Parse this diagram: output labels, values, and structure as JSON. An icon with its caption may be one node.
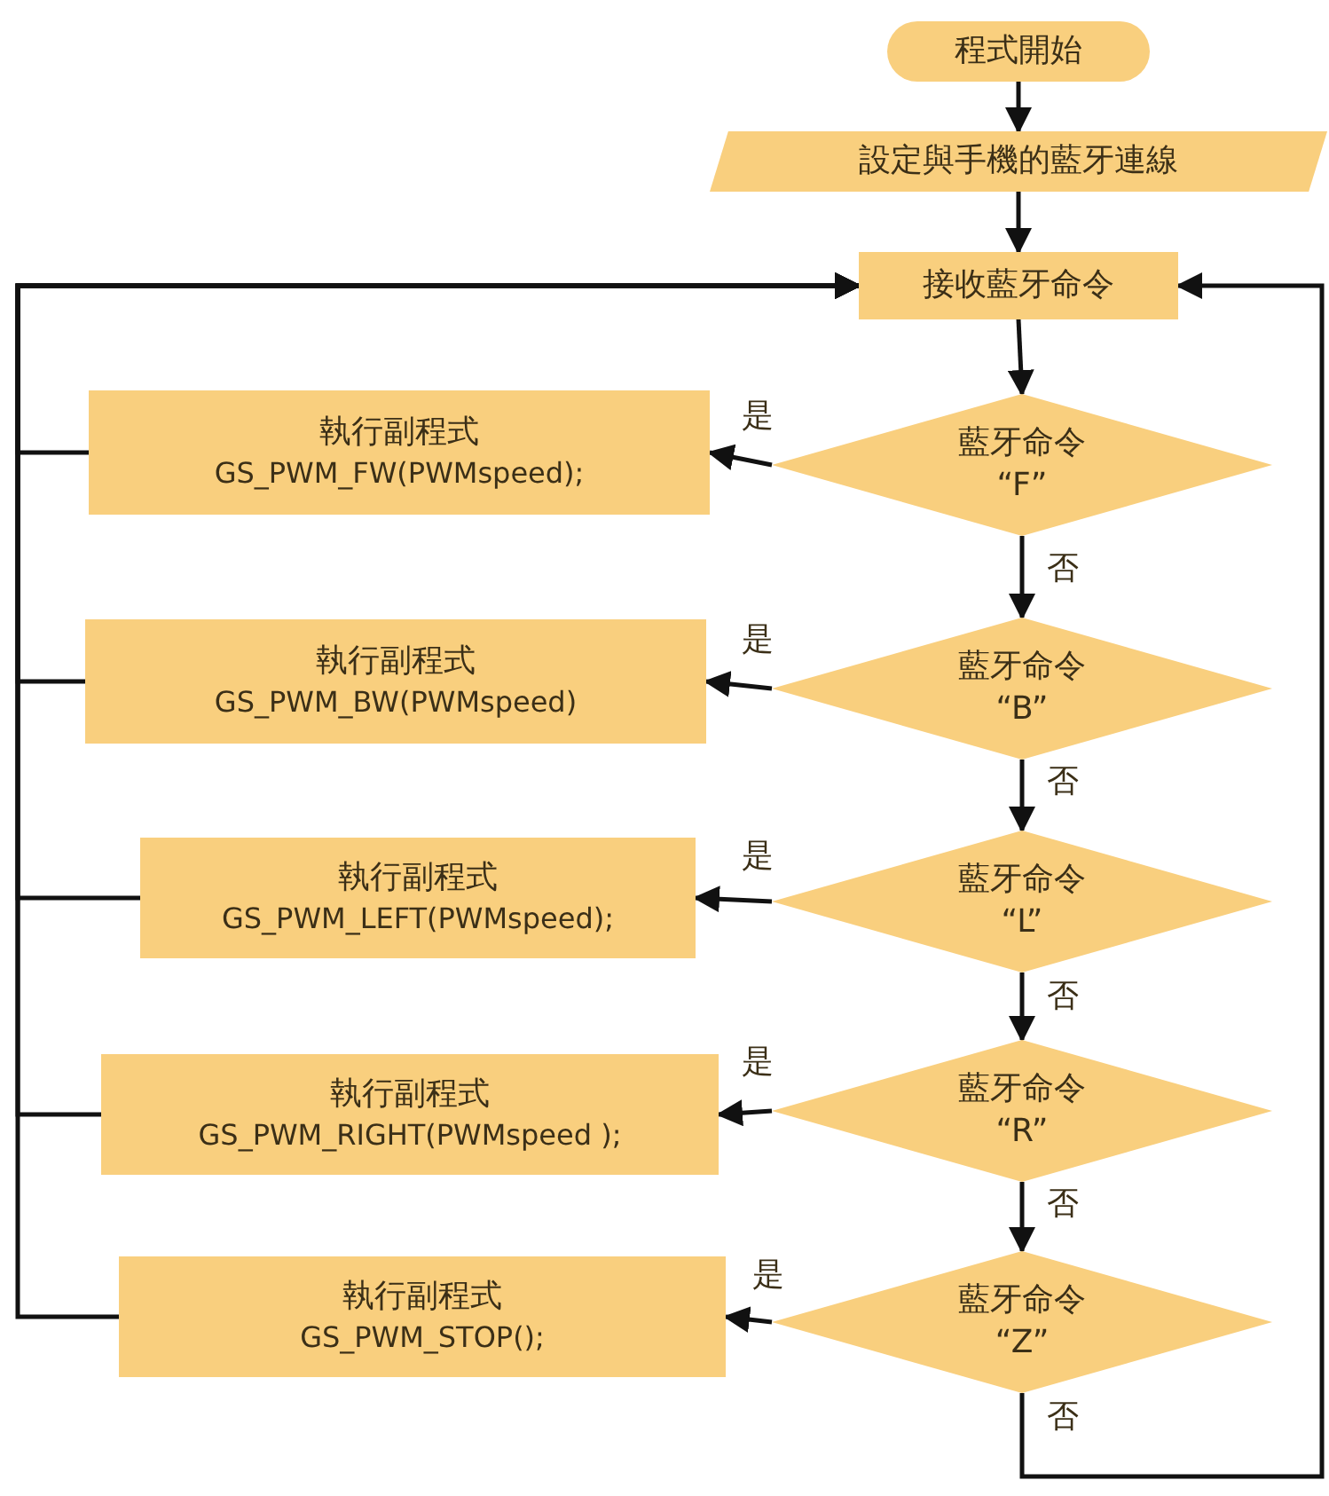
{
  "diagram": {
    "nodes": [
      {
        "text": [
          "程式開始"
        ]
      },
      {
        "text": [
          "設定與手機的藍牙連線"
        ]
      },
      {
        "text": [
          "接收藍牙命令"
        ]
      },
      {
        "text": [
          "藍牙命令",
          "“F”"
        ]
      },
      {
        "text": [
          "執行副程式",
          "GS_PWM_FW(PWMspeed);"
        ]
      },
      {
        "text": [
          "藍牙命令",
          "“B”"
        ]
      },
      {
        "text": [
          "執行副程式",
          "GS_PWM_BW(PWMspeed)"
        ]
      },
      {
        "text": [
          "藍牙命令",
          "“L”"
        ]
      },
      {
        "text": [
          "執行副程式",
          "GS_PWM_LEFT(PWMspeed);"
        ]
      },
      {
        "text": [
          "藍牙命令",
          "“R”"
        ]
      },
      {
        "text": [
          "執行副程式",
          "GS_PWM_RIGHT(PWMspeed );"
        ]
      },
      {
        "text": [
          "藍牙命令",
          "“Z”"
        ]
      },
      {
        "text": [
          "執行副程式",
          "GS_PWM_STOP();"
        ]
      }
    ],
    "edges": [
      {
        "from": 0,
        "to": 1,
        "arrow": "to"
      },
      {
        "from": 1,
        "to": 2,
        "arrow": "to"
      },
      {
        "from": 2,
        "to": 3,
        "arrow": "to"
      },
      {
        "from": 3,
        "to": 4,
        "arrow": "to",
        "label": "是"
      },
      {
        "from": 3,
        "to": 5,
        "arrow": "to",
        "label": "否"
      },
      {
        "from": 5,
        "to": 6,
        "arrow": "to",
        "label": "是"
      },
      {
        "from": 5,
        "to": 7,
        "arrow": "to",
        "label": "否"
      },
      {
        "from": 7,
        "to": 8,
        "arrow": "to",
        "label": "是"
      },
      {
        "from": 7,
        "to": 9,
        "arrow": "to",
        "label": "否"
      },
      {
        "from": 9,
        "to": 10,
        "arrow": "to",
        "label": "是"
      },
      {
        "from": 9,
        "to": 11,
        "arrow": "to",
        "label": "否"
      },
      {
        "from": 11,
        "to": 12,
        "arrow": "to",
        "label": "是"
      },
      {
        "from": 11,
        "to": 2,
        "arrow": "to",
        "label": "否"
      },
      {
        "from": 4,
        "to": 2,
        "arrow": "to"
      },
      {
        "from": 6,
        "to": 2,
        "arrow": "to"
      },
      {
        "from": 8,
        "to": 2,
        "arrow": "to"
      },
      {
        "from": 10,
        "to": 2,
        "arrow": "to"
      },
      {
        "from": 12,
        "to": 2,
        "arrow": "to"
      }
    ]
  }
}
